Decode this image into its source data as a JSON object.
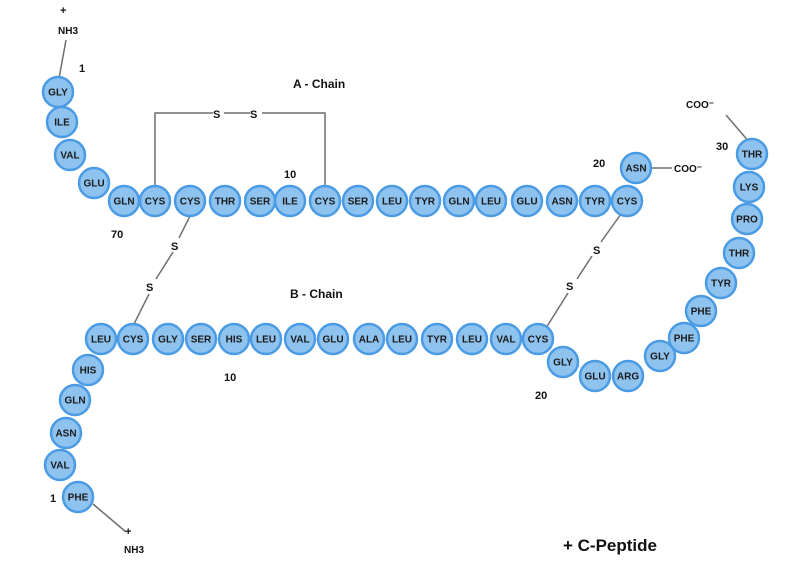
{
  "labels": {
    "a_chain": "A - Chain",
    "b_chain": "B - Chain",
    "c_peptide": "+ C-Peptide",
    "nh3": "NH3",
    "plus": "+",
    "coo": "COO⁻",
    "ss_s": "S"
  },
  "numbers": {
    "a1": "1",
    "a10": "10",
    "a20": "20",
    "seventy": "70",
    "b1": "1",
    "b10": "10",
    "b20": "20",
    "b30": "30"
  },
  "a_chain_residues": [
    "GLY",
    "ILE",
    "VAL",
    "GLU",
    "GLN",
    "CYS",
    "CYS",
    "THR",
    "SER",
    "ILE",
    "CYS",
    "SER",
    "LEU",
    "TYR",
    "GLN",
    "LEU",
    "GLU",
    "ASN",
    "TYR",
    "CYS",
    "ASN"
  ],
  "b_chain_residues": [
    "PHE",
    "VAL",
    "ASN",
    "GLN",
    "HIS",
    "LEU",
    "CYS",
    "GLY",
    "SER",
    "HIS",
    "LEU",
    "VAL",
    "GLU",
    "ALA",
    "LEU",
    "TYR",
    "LEU",
    "VAL",
    "CYS",
    "GLY",
    "GLU",
    "ARG",
    "GLY",
    "PHE",
    "PHE",
    "TYR",
    "THR",
    "PRO",
    "LYS",
    "THR"
  ]
}
